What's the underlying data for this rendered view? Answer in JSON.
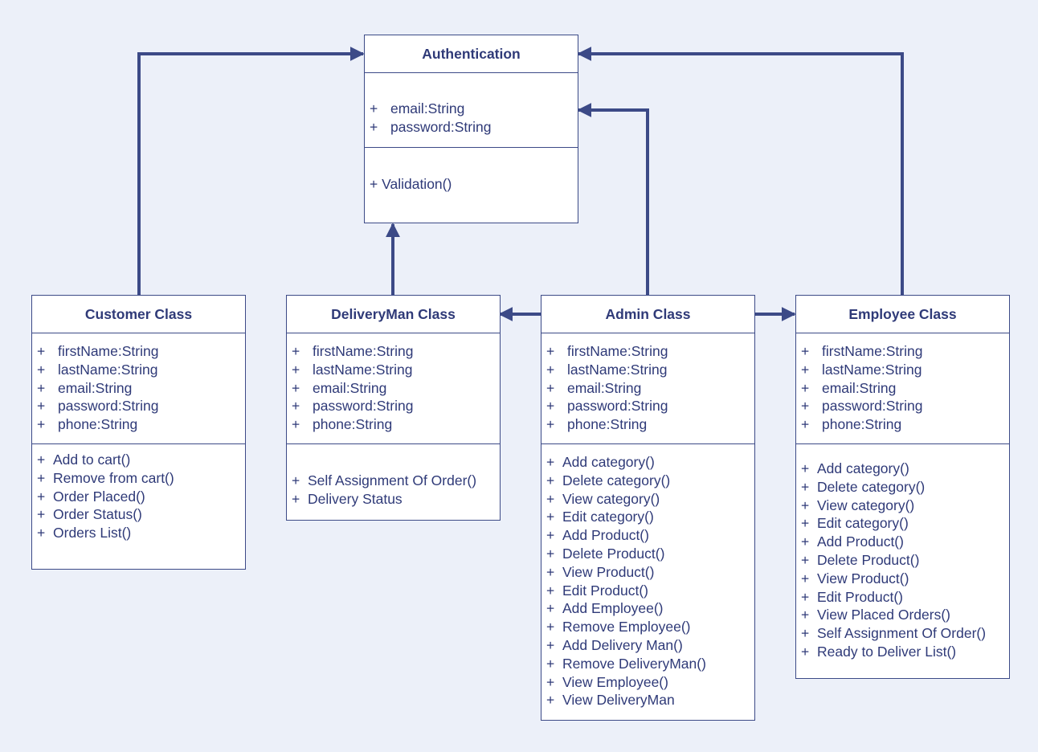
{
  "diagram": {
    "colors": {
      "background": "#ecf0f9",
      "stroke": "#3c4a87",
      "text": "#2f3a78",
      "box": "#ffffff"
    },
    "classes": {
      "authentication": {
        "title": "Authentication",
        "attributes": [
          "email:String",
          "password:String"
        ],
        "methods": [
          "Validation()"
        ]
      },
      "customer": {
        "title": "Customer Class",
        "attributes": [
          "firstName:String",
          "lastName:String",
          "email:String",
          "password:String",
          "phone:String"
        ],
        "methods": [
          "Add to cart()",
          "Remove from cart()",
          "Order Placed()",
          "Order Status()",
          "Orders List()"
        ]
      },
      "deliveryman": {
        "title": "DeliveryMan Class",
        "attributes": [
          "firstName:String",
          "lastName:String",
          "email:String",
          "password:String",
          "phone:String"
        ],
        "methods": [
          "Self Assignment Of Order()",
          "Delivery Status"
        ]
      },
      "admin": {
        "title": "Admin Class",
        "attributes": [
          "firstName:String",
          "lastName:String",
          "email:String",
          "password:String",
          "phone:String"
        ],
        "methods": [
          "Add category()",
          "Delete category()",
          "View category()",
          "Edit category()",
          "Add Product()",
          "Delete Product()",
          "View Product()",
          "Edit Product()",
          "Add Employee()",
          "Remove Employee()",
          "Add Delivery Man()",
          "Remove DeliveryMan()",
          "View Employee()",
          "View DeliveryMan"
        ]
      },
      "employee": {
        "title": "Employee Class",
        "attributes": [
          "firstName:String",
          "lastName:String",
          "email:String",
          "password:String",
          "phone:String"
        ],
        "methods": [
          "Add category()",
          "Delete category()",
          "View category()",
          "Edit category()",
          "Add Product()",
          "Delete Product()",
          "View Product()",
          "Edit Product()",
          "View Placed Orders()",
          "Self Assignment Of Order()",
          "Ready to Deliver List()"
        ]
      }
    }
  }
}
